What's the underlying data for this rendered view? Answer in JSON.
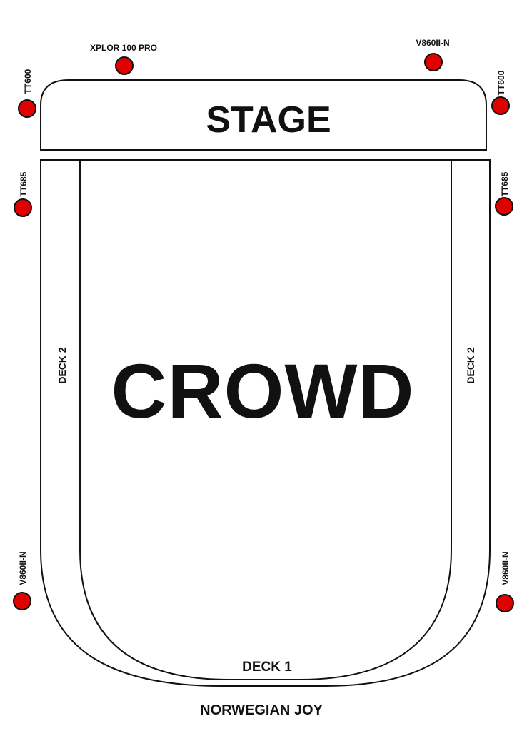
{
  "stage": {
    "label": "STAGE"
  },
  "crowd": {
    "label": "CROWD"
  },
  "decks": {
    "deck1": "DECK 1",
    "deck2_left": "DECK 2",
    "deck2_right": "DECK 2"
  },
  "venue": {
    "name": "NORWEGIAN JOY"
  },
  "markers": {
    "color": "#e00000",
    "top_left": "XPLOR 100 PRO",
    "top_right": "V860II-N",
    "stage_left": "TT600",
    "stage_right": "TT600",
    "mid_left": "TT685",
    "mid_right": "TT685",
    "bottom_left": "V860II-N",
    "bottom_right": "V860II-N"
  }
}
